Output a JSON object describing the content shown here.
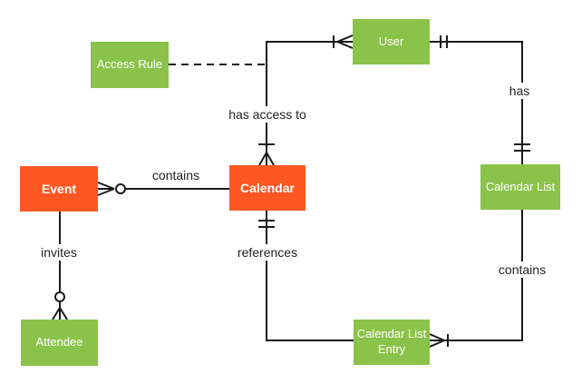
{
  "colors": {
    "entity_orange": "#FF5722",
    "entity_green": "#8BC34A",
    "entity_text": "#FFFFFF",
    "line": "#1A1A1A",
    "label_text": "#212121",
    "background": "#FFFFFF"
  },
  "icons": {
    "zero_or_many": "crow-foot-with-ring",
    "one_or_many": "crow-foot-with-bar",
    "exactly_one": "double-bar"
  },
  "entities": {
    "event": {
      "label": "Event",
      "color": "#FF5722"
    },
    "calendar": {
      "label": "Calendar",
      "color": "#FF5722"
    },
    "access_rule": {
      "label": "Access Rule",
      "color": "#8BC34A"
    },
    "user": {
      "label": "User",
      "color": "#8BC34A"
    },
    "calendar_list": {
      "label": "Calendar List",
      "color": "#8BC34A"
    },
    "attendee": {
      "label": "Attendee",
      "color": "#8BC34A"
    },
    "calendar_list_entry": {
      "label": "Calendar List Entry",
      "color": "#8BC34A"
    }
  },
  "relationships": {
    "event_calendar": {
      "label": "contains",
      "between": [
        "Event",
        "Calendar"
      ],
      "cardinality": {
        "Event": "zero-or-many",
        "Calendar": "plain"
      }
    },
    "calendar_user": {
      "label": "has access to",
      "between": [
        "Calendar",
        "User"
      ],
      "cardinality": {
        "Calendar": "one-or-many",
        "User": "one-or-many"
      }
    },
    "user_calendar_list": {
      "label": "has",
      "between": [
        "User",
        "Calendar List"
      ],
      "cardinality": {
        "User": "exactly-one",
        "Calendar List": "exactly-one"
      }
    },
    "calendar_list_entry_contains": {
      "label": "contains",
      "between": [
        "Calendar List",
        "Calendar List Entry"
      ],
      "cardinality": {
        "Calendar List": "plain",
        "Calendar List Entry": "one-or-many"
      }
    },
    "calendar_references": {
      "label": "references",
      "between": [
        "Calendar",
        "Calendar List Entry"
      ],
      "cardinality": {
        "Calendar": "exactly-one",
        "Calendar List Entry": "plain"
      }
    },
    "event_attendee": {
      "label": "invites",
      "between": [
        "Event",
        "Attendee"
      ],
      "cardinality": {
        "Event": "plain",
        "Attendee": "zero-or-many"
      }
    },
    "access_rule_link": {
      "label": "",
      "between": [
        "Access Rule",
        "has access to relationship"
      ],
      "style": "dashed"
    }
  }
}
